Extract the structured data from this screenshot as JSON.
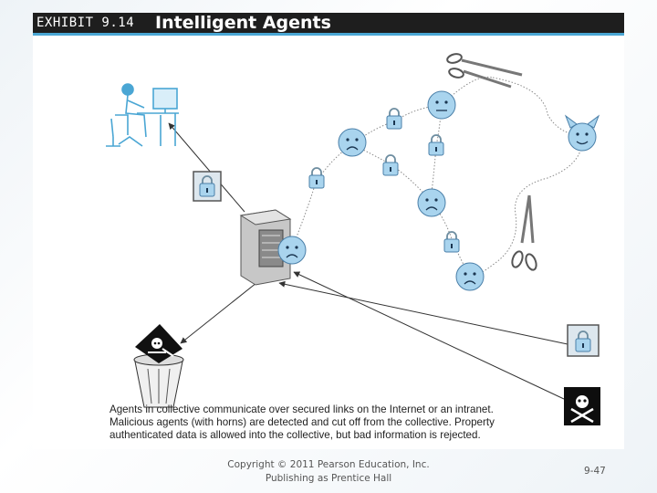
{
  "exhibit": {
    "label": "EXHIBIT 9.14",
    "title": "Intelligent Agents"
  },
  "caption": {
    "line1": "Agents in collective communicate over secured links on the Internet or an intranet.",
    "line2": "Malicious agents (with horns) are detected and cut off from the collective. Property",
    "line3": "authenticated data is allowed into the collective, but bad information is rejected."
  },
  "footer": {
    "copyright_line1": "Copyright © 2011 Pearson Education, Inc.",
    "copyright_line2": "Publishing as Prentice Hall",
    "page_number": "9-47"
  },
  "colors": {
    "header": "#1e1e1e",
    "accent_rule": "#4aa6d4",
    "agent_fill": "#a9d4ee",
    "agent_stroke": "#4a7fa8",
    "lock_box": "#a9c8dc"
  },
  "icons": [
    "person-at-computer-icon",
    "server-icon",
    "lock-icon",
    "agent-face-icon",
    "devil-agent-icon",
    "scissors-icon",
    "trash-can-icon",
    "skull-crossbones-icon"
  ]
}
